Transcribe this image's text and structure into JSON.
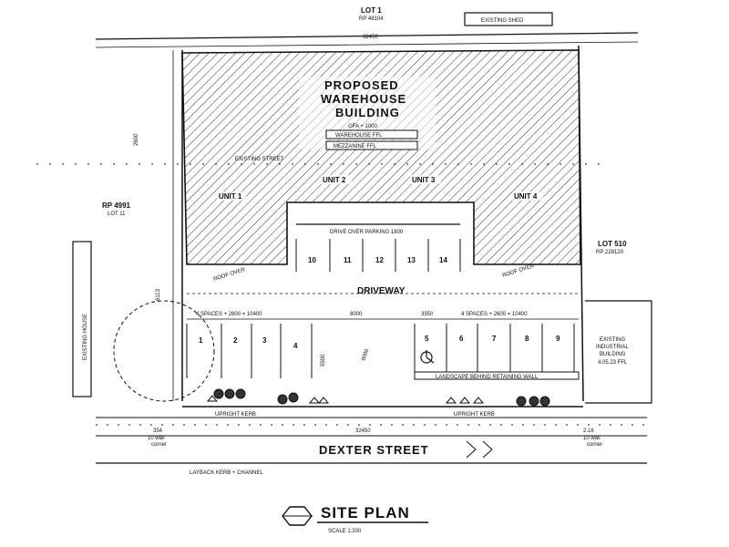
{
  "plan": {
    "title": "SITE PLAN",
    "scale": "SCALE 1:200",
    "street": "DEXTER STREET",
    "kerb_note": "LAYBACK KERB + CHANNEL",
    "north_lot": "LOT 1",
    "north_lot_ref": "RP 48104",
    "existing_shed": "EXISTING SHED",
    "west_lot": "RP 4991",
    "west_lot_sub": "LOT 11",
    "east_lot": "LOT 510",
    "east_lot_ref": "RP 228120",
    "existing_house": "EXISTING HOUSE",
    "existing_building": [
      "EXISTING",
      "INDUSTRIAL",
      "BUILDING"
    ],
    "existing_building_ffl": "4.05.23 FFL",
    "building_title": [
      "PROPOSED",
      "WAREHOUSE",
      "BUILDING"
    ],
    "gfa": "GFA + 1000",
    "ffl_box": "WAREHOUSE FFL",
    "mezz_box": "MEZZANINE FFL",
    "units": [
      "UNIT 1",
      "UNIT 2",
      "UNIT 3",
      "UNIT 4"
    ],
    "drive_over": "DRIVE OVER PARKING 1800",
    "driveway": "DRIVEWAY",
    "roof_over_left": "ROOF OVER",
    "roof_over_right": "ROOF OVER",
    "spaces_left": "4 SPACES + 2600 = 10400",
    "spaces_right": "4 SPACES + 2600 = 10400",
    "driveway_width": "8000",
    "gap_width": "3350",
    "depth_5500": "5500",
    "depth_6000": "6000",
    "landscape_right": "LANDSCAPE BEHIND RETAINING WALL",
    "front_dim": "32450",
    "rear_dim": "32450",
    "side_dim": "2600",
    "left_stall_dim": "6113",
    "corner_left": [
      "10 wall",
      "corner"
    ],
    "corner_right": [
      "10 wall",
      "corner"
    ],
    "dim_354": "354",
    "dim_216": "2.16",
    "lower_kerb_left": "UPRIGHT KERB",
    "lower_kerb_right": "UPRIGHT KERB",
    "existing_street": "EXISTING STREET",
    "upper_spaces": [
      "10",
      "11",
      "12",
      "13",
      "14"
    ],
    "lower_spaces_left": [
      "1",
      "2",
      "3",
      "4"
    ],
    "lower_spaces_right": [
      "5",
      "6",
      "7",
      "8",
      "9"
    ]
  }
}
